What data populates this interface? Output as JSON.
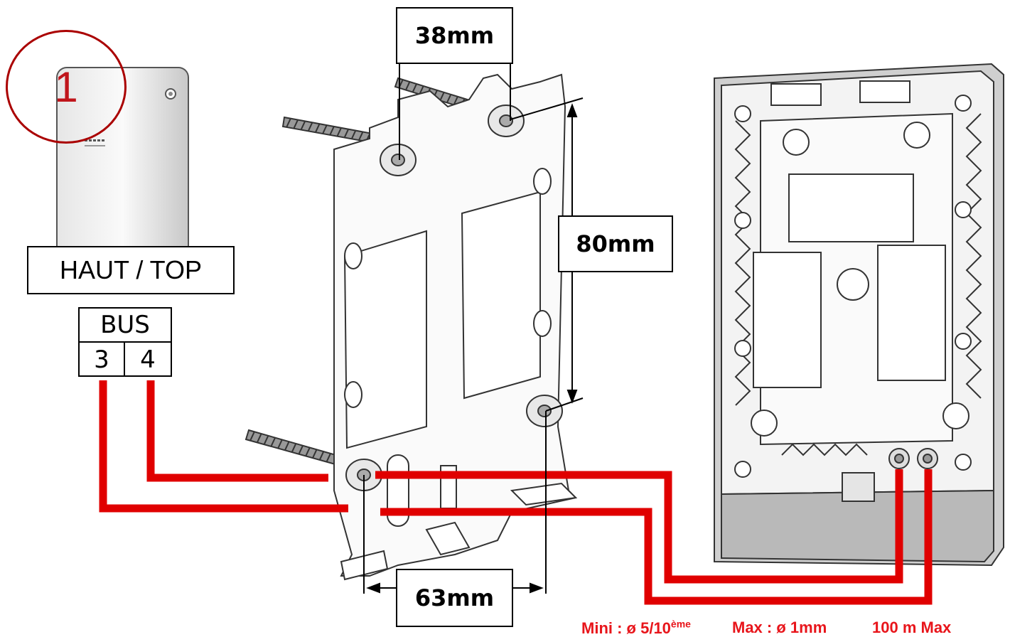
{
  "step_number": "1",
  "orientation_label": "HAUT / TOP",
  "bus": {
    "title": "BUS",
    "terminal_left": "3",
    "terminal_right": "4"
  },
  "dimensions": {
    "top_spacing": "38mm",
    "vertical_spacing": "80mm",
    "bottom_spacing": "63mm"
  },
  "wire_specs": {
    "mini_prefix": "Mini : ø 5/10",
    "mini_sup": "ème",
    "max": "Max : ø 1mm",
    "length": "100 m Max"
  },
  "colors": {
    "wire": "#e00000",
    "accent_text": "#e8151b",
    "step_circle": "#a00000"
  },
  "icons": [
    "keypad-device",
    "mounting-bracket",
    "wall-screw",
    "back-housing"
  ]
}
